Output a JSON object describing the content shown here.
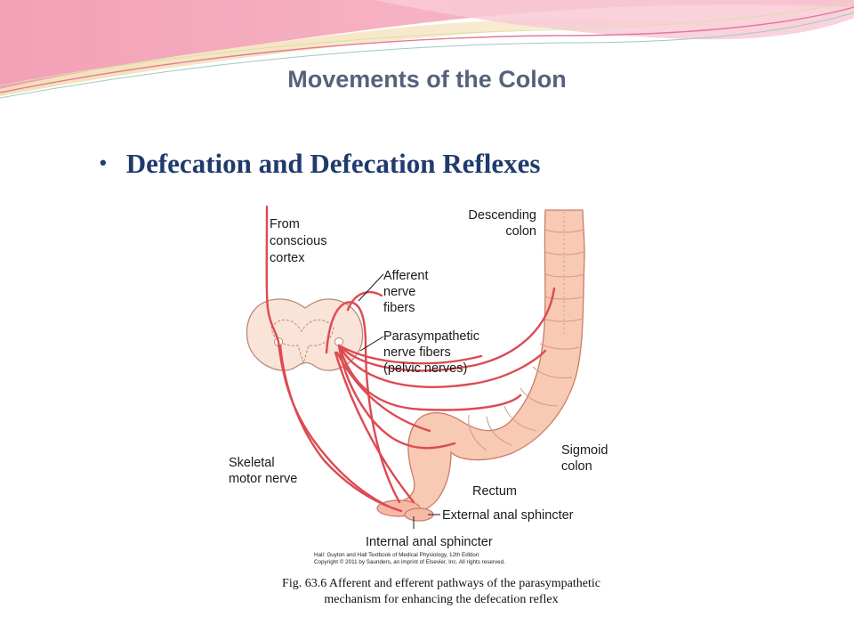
{
  "slide": {
    "title": "Movements of the Colon",
    "bullet": "Defecation and Defecation Reflexes"
  },
  "figure": {
    "labels": {
      "from_1": "From",
      "from_2": "conscious",
      "from_3": "cortex",
      "afferent_1": "Afferent",
      "afferent_2": "nerve",
      "afferent_3": "fibers",
      "para_1": "Parasympathetic",
      "para_2": "nerve fibers",
      "para_3": "(pelvic nerves)",
      "descending_1": "Descending",
      "descending_2": "colon",
      "sigmoid_1": "Sigmoid",
      "sigmoid_2": "colon",
      "skeletal_1": "Skeletal",
      "skeletal_2": "motor nerve",
      "rectum": "Rectum",
      "external": "External anal sphincter",
      "internal": "Internal anal sphincter"
    },
    "credit_1": "Hall: Guyton and Hall Textbook of Medical Physiology, 12th Edition",
    "credit_2": "Copyright © 2011 by Saunders, an imprint of Elsevier, Inc. All rights reserved.",
    "caption_1": "Fig. 63.6  Afferent and efferent pathways of the parasympathetic",
    "caption_2": "mechanism for enhancing the defecation reflex"
  },
  "colors": {
    "nerve": "#dd4a52",
    "tissue": "#f8c9b3",
    "tissue_edge": "#c97c6a",
    "title": "#56627a",
    "bullet": "#1f3b6e"
  }
}
